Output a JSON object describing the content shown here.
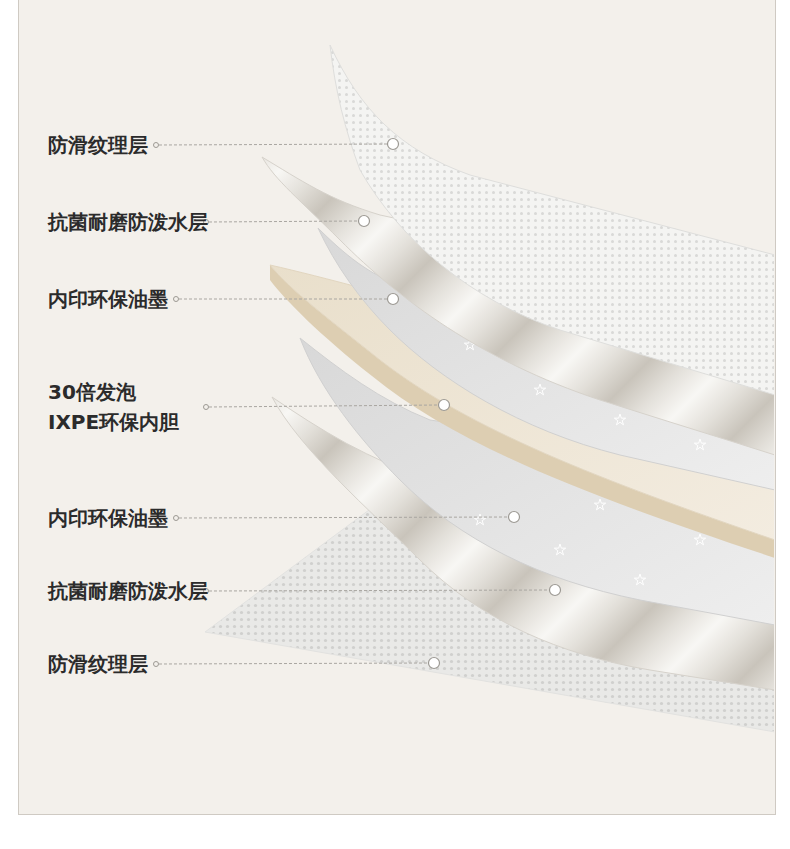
{
  "diagram": {
    "labels": [
      "防滑纹理层",
      "抗菌耐磨防泼水层",
      "内印环保油墨",
      "30倍发泡 IXPE环保内胆",
      "内印环保油墨",
      "抗菌耐磨防泼水层",
      "防滑纹理层"
    ]
  }
}
